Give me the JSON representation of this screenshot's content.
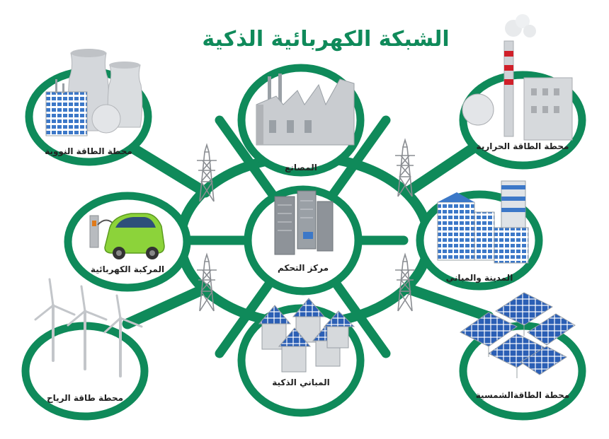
{
  "title": "الشبكة الكهربائية الذكية",
  "colors": {
    "green": "#0f8a5a",
    "grey": "#c9ccd0",
    "blue": "#2f62b8",
    "car": "#8cd33a"
  },
  "nodes": {
    "nuclear": "محطة الطاقة النووية",
    "factories": "المصانع",
    "thermal": "محطة الطاقة الحرارية",
    "ev": "المركبة الكهربائية",
    "control": "مركز التحكم",
    "city": "المدينة والمباني",
    "wind": "محطة طاقة الرياح",
    "smart_buildings": "المباني الذكية",
    "solar": "محطة الطاقةالشمسية"
  }
}
